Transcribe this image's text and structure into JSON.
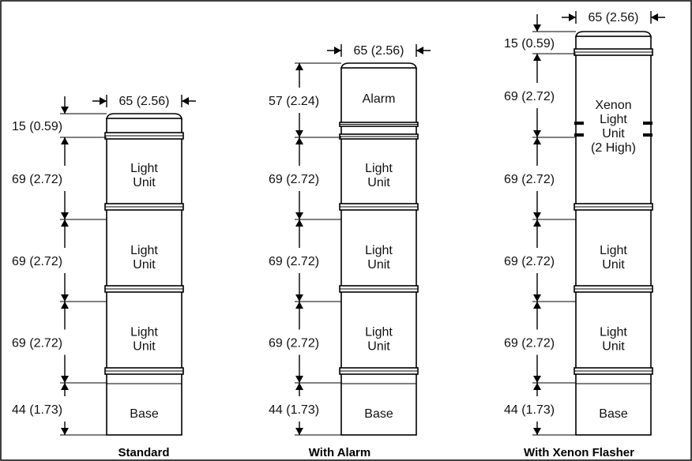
{
  "diagrams": [
    {
      "caption": "Standard",
      "width_label": "65 (2.56)",
      "segments": [
        {
          "dim": "15 (0.59)",
          "kind": "cap",
          "label": []
        },
        {
          "dim": "69 (2.72)",
          "kind": "unit",
          "label": [
            "Light",
            "Unit"
          ]
        },
        {
          "dim": "69 (2.72)",
          "kind": "unit",
          "label": [
            "Light",
            "Unit"
          ]
        },
        {
          "dim": "69 (2.72)",
          "kind": "unit",
          "label": [
            "Light",
            "Unit"
          ]
        },
        {
          "dim": "44 (1.73)",
          "kind": "base",
          "label": [
            "Base"
          ]
        }
      ]
    },
    {
      "caption": "With Alarm",
      "width_label": "65 (2.56)",
      "segments": [
        {
          "dim": "57 (2.24)",
          "kind": "alarm",
          "label": [
            "Alarm"
          ]
        },
        {
          "dim": "69 (2.72)",
          "kind": "unit",
          "label": [
            "Light",
            "Unit"
          ]
        },
        {
          "dim": "69 (2.72)",
          "kind": "unit",
          "label": [
            "Light",
            "Unit"
          ]
        },
        {
          "dim": "69 (2.72)",
          "kind": "unit",
          "label": [
            "Light",
            "Unit"
          ]
        },
        {
          "dim": "44 (1.73)",
          "kind": "base",
          "label": [
            "Base"
          ]
        }
      ]
    },
    {
      "caption": "With Xenon Flasher",
      "width_label": "65 (2.56)",
      "segments": [
        {
          "dim": "15 (0.59)",
          "kind": "cap",
          "label": []
        },
        {
          "dim": "69 (2.72)",
          "kind": "xenon",
          "label": [
            "Xenon",
            "Light",
            "Unit",
            "(2 High)"
          ]
        },
        {
          "dim": "69 (2.72)",
          "kind": "xenon-lower",
          "label": []
        },
        {
          "dim": "69 (2.72)",
          "kind": "unit",
          "label": [
            "Light",
            "Unit"
          ]
        },
        {
          "dim": "69 (2.72)",
          "kind": "unit",
          "label": [
            "Light",
            "Unit"
          ]
        },
        {
          "dim": "44 (1.73)",
          "kind": "base",
          "label": [
            "Base"
          ]
        }
      ]
    }
  ]
}
